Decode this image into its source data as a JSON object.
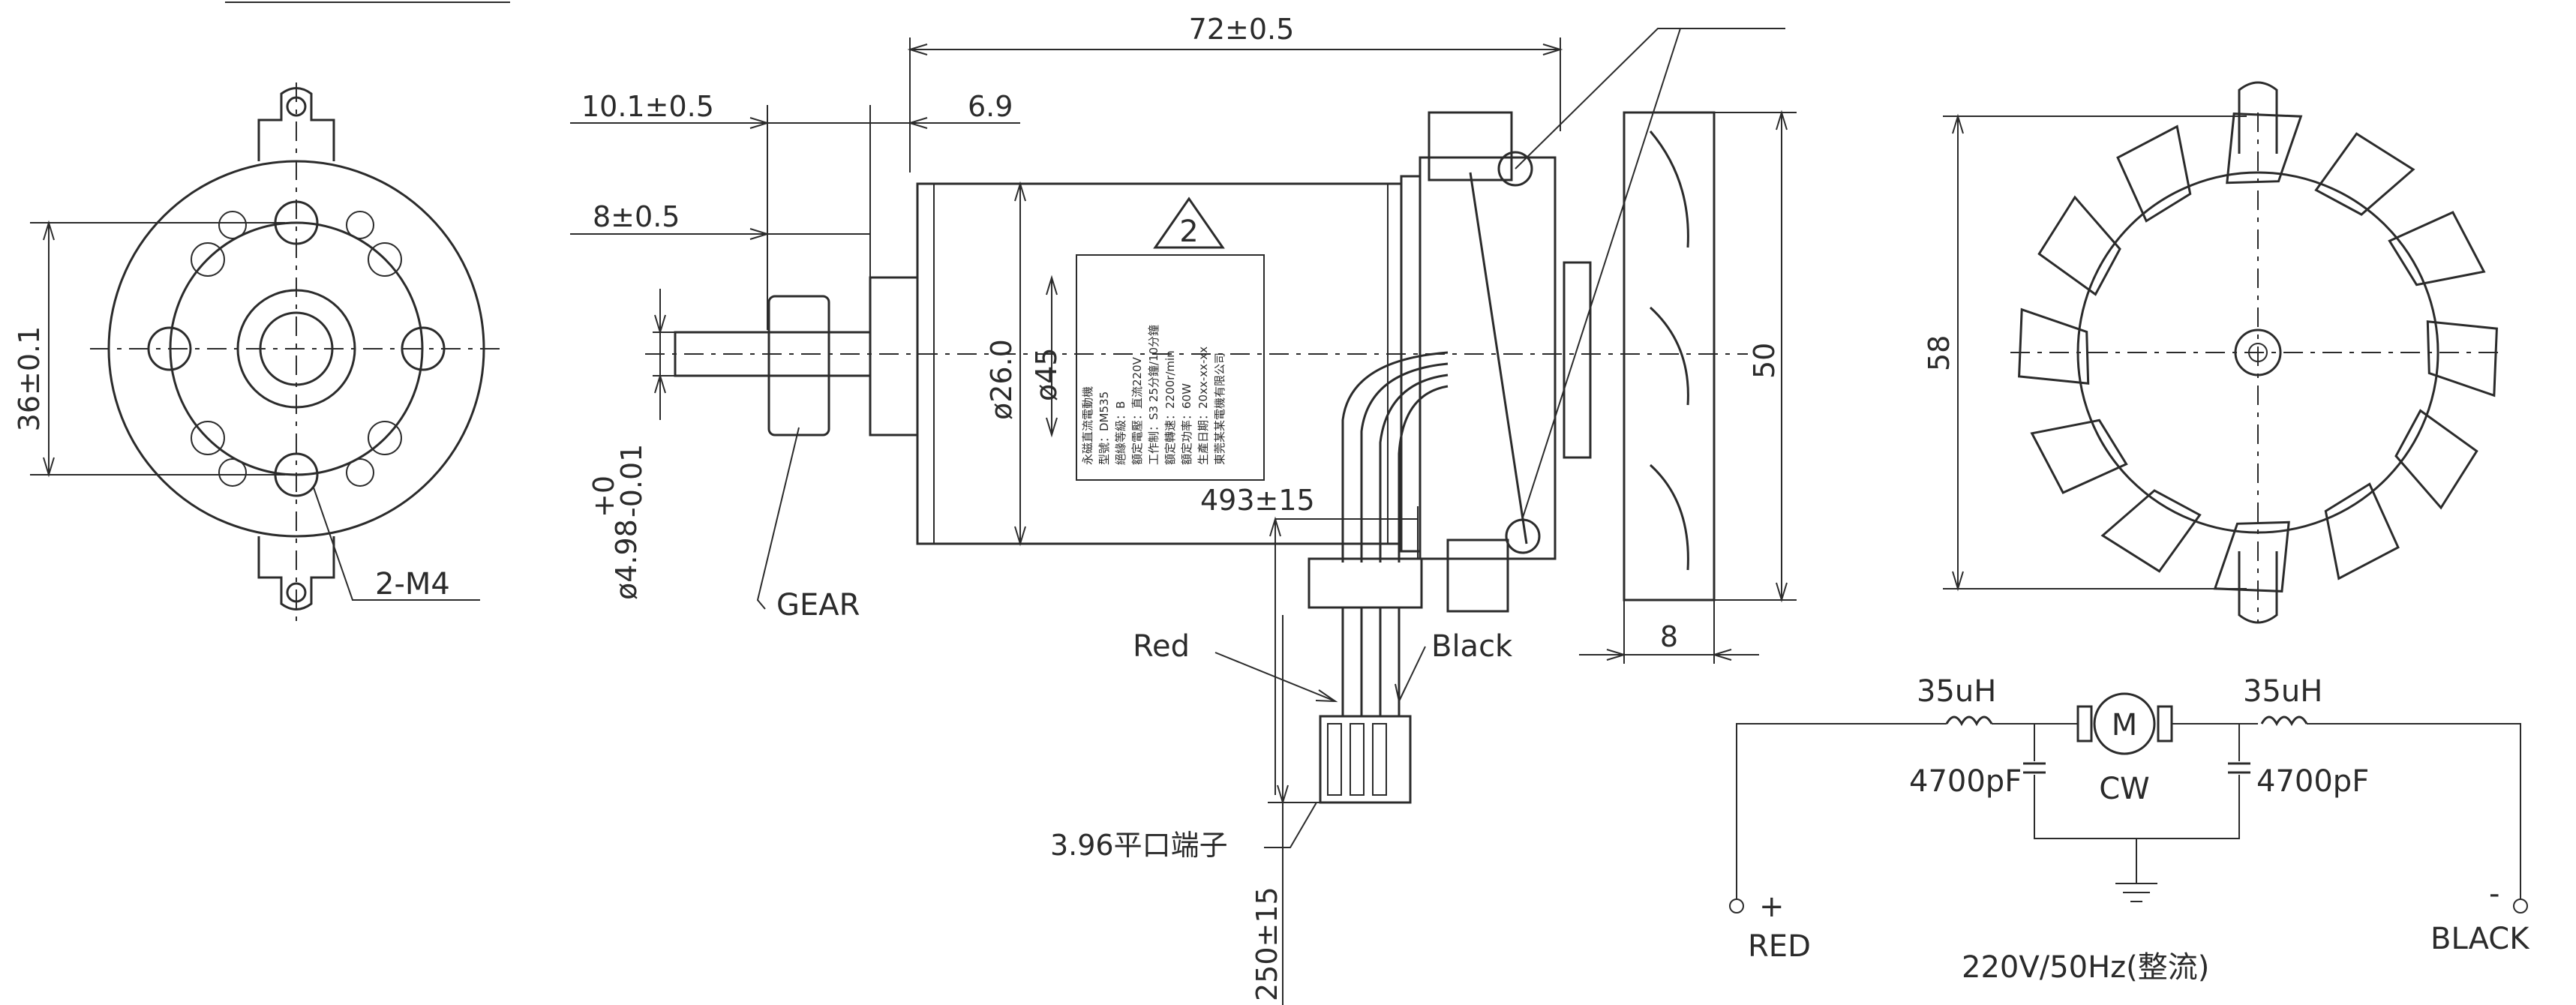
{
  "front_view": {
    "dim_height": "36±0.1",
    "hole_note": "2-M4"
  },
  "side_view": {
    "dim_overall_length": "72±0.5",
    "dim_shaft_10": "10.1±0.5",
    "dim_6_9": "6.9",
    "dim_shaft_8": "8±0.5",
    "dim_shaft_dia": "ø4.98",
    "dim_shaft_tol_upper": "+0",
    "dim_shaft_tol_lower": "-0.01",
    "gear_label": "GEAR",
    "dim_body_26": "ø26.0",
    "dim_body_45": "ø45",
    "dim_wire_493": "493±15",
    "dim_fan_height": "50",
    "dim_fan_width": "8",
    "wire_red": "Red",
    "wire_black": "Black",
    "terminal_label": "3.96平口端子",
    "dim_wire_250": "250±15",
    "warning_symbol": "2",
    "nameplate_lines": [
      "永磁直流電動機",
      "型號：DM535",
      "絕緣等級：B",
      "額定電壓：直流220V",
      "工作制：S3  25分鐘/10分鐘",
      "額定轉速：2200r/min",
      "額定功率：60W",
      "生產日期：20xx-xx-xx",
      "東莞某某電機有限公司"
    ]
  },
  "fan_view": {
    "dim_diameter": "58"
  },
  "circuit": {
    "inductor_left": "35uH",
    "inductor_right": "35uH",
    "cap_left": "4700pF",
    "cap_right": "4700pF",
    "motor_symbol": "M",
    "rotation": "CW",
    "plus_sign": "+",
    "minus_sign": "-",
    "terminal_red": "RED",
    "terminal_black": "BLACK",
    "supply": "220V/50Hz(整流)"
  }
}
